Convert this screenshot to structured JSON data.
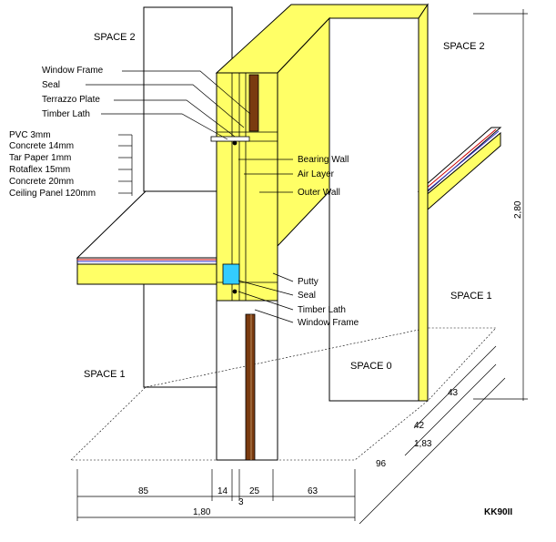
{
  "spaces": {
    "space2_left": "SPACE 2",
    "space2_right": "SPACE 2",
    "space1_left": "SPACE 1",
    "space1_right": "SPACE 1",
    "space0": "SPACE 0"
  },
  "labels_upper": [
    "Window Frame",
    "Seal",
    "Terrazzo Plate",
    "Timber Lath"
  ],
  "layers": [
    "PVC 3mm",
    "Concrete 14mm",
    "Tar Paper 1mm",
    "Rotaflex 15mm",
    "Concrete 20mm",
    "Ceiling Panel 120mm"
  ],
  "labels_wall": [
    "Bearing Wall",
    "Air Layer",
    "Outer Wall"
  ],
  "labels_lower": [
    "Putty",
    "Seal",
    "Timber Lath",
    "Window Frame"
  ],
  "dimensions": {
    "bottom": [
      "85",
      "14",
      "3",
      "25",
      "63"
    ],
    "total_width": "1,80",
    "height": "2,80",
    "depth_a": "43",
    "depth_b": "42",
    "depth_c": "1,83",
    "depth_d": "96"
  },
  "code": "KK90II",
  "colors": {
    "wall": "#ffff66",
    "frame": "#7a3b10",
    "putty": "#33ccff",
    "outline": "#000000"
  }
}
